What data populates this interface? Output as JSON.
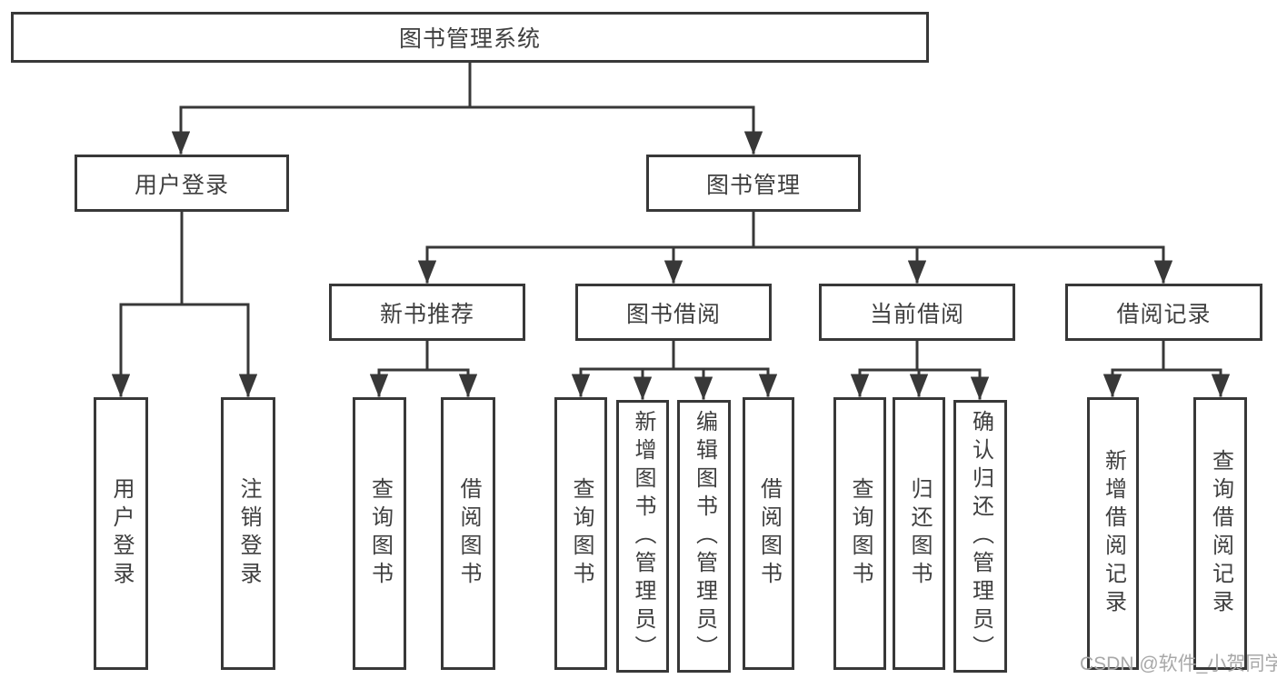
{
  "tree": {
    "label": "图书管理系统",
    "children": [
      {
        "label": "用户登录",
        "children": [
          {
            "label": "用户登录"
          },
          {
            "label": "注销登录"
          }
        ]
      },
      {
        "label": "图书管理",
        "children": [
          {
            "label": "新书推荐",
            "children": [
              {
                "label": "查询图书"
              },
              {
                "label": "借阅图书"
              }
            ]
          },
          {
            "label": "图书借阅",
            "children": [
              {
                "label": "查询图书"
              },
              {
                "label": "新增图书（管理员）"
              },
              {
                "label": "编辑图书（管理员）"
              },
              {
                "label": "借阅图书"
              }
            ]
          },
          {
            "label": "当前借阅",
            "children": [
              {
                "label": "查询图书"
              },
              {
                "label": "归还图书"
              },
              {
                "label": "确认归还（管理员）"
              }
            ]
          },
          {
            "label": "借阅记录",
            "children": [
              {
                "label": "新增借阅记录"
              },
              {
                "label": "查询借阅记录"
              }
            ]
          }
        ]
      }
    ]
  },
  "watermark": "CSDN @软件_小贺同学",
  "colors": {
    "line": "#383838",
    "text": "#3f3f3f",
    "watermark": "#a8a8a8",
    "background": "#ffffff"
  }
}
